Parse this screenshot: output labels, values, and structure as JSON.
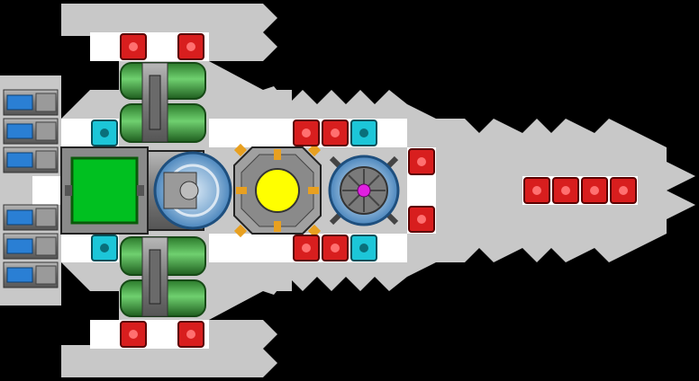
{
  "colors": {
    "background": "#000000",
    "hull": "#c8c8c8",
    "floor": "#ffffff",
    "hazard_red": "#d81e1e",
    "shield_cyan": "#1cc6d8",
    "core_yellow": "#ffff00",
    "reactor_green": "#00c020",
    "pipe_green": "#3c9c3c",
    "engine_blue": "#2a7fd4",
    "power_magenta": "#e020e0",
    "metal_gray": "#8a8a8a",
    "accent_orange": "#e8a020"
  },
  "ship": {
    "core": {
      "label": "",
      "color_key": "core_yellow"
    },
    "reactor": {
      "label": "",
      "color_key": "reactor_green"
    },
    "turbine": {
      "label": "",
      "color_key": "power_magenta"
    }
  }
}
